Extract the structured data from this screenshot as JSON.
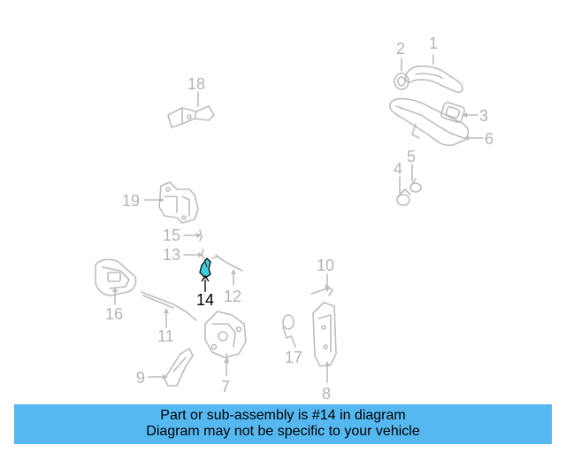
{
  "diagram": {
    "highlight_part": "14",
    "callouts": [
      "1",
      "2",
      "3",
      "4",
      "5",
      "6",
      "7",
      "8",
      "9",
      "10",
      "11",
      "12",
      "13",
      "14",
      "15",
      "16",
      "17",
      "18",
      "19"
    ],
    "colors": {
      "part_outline": "#bdbdbd",
      "label": "#b4b4b4",
      "highlight_label": "#000000",
      "highlight_fill": "#3fd0e0"
    }
  },
  "banner": {
    "line1": "Part or sub-assembly is #14 in diagram",
    "line2": "Diagram may not be specific to your vehicle",
    "color": "#55b8f0"
  }
}
